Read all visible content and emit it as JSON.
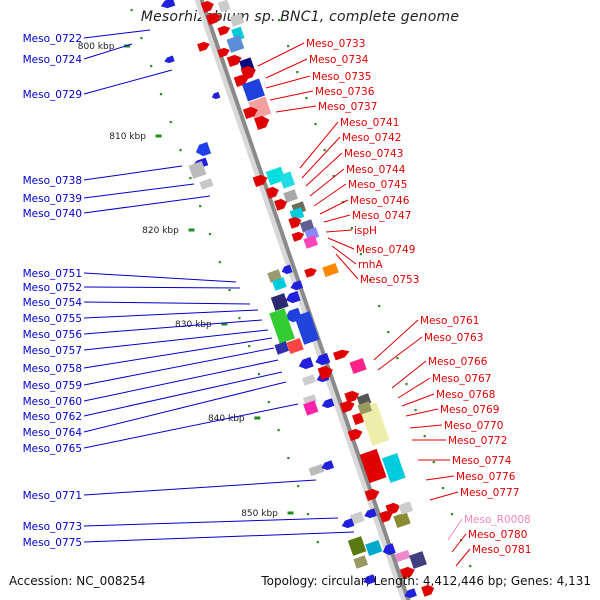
{
  "title": "Mesorhizobium sp. BNC1, complete genome",
  "accession_text": "Accession: NC_008254",
  "summary_text": "Topology: circular; Length: 4,412,446 bp; Genes: 4,131",
  "colors": {
    "backbone": "#8a8a8a",
    "forward_label": "#0000cc",
    "reverse_label": "#e00000",
    "rna_label": "#ee88bb",
    "tick": "#228b22"
  },
  "scale_ticks": [
    "800 kbp",
    "810 kbp",
    "820 kbp",
    "830 kbp",
    "840 kbp",
    "850 kbp"
  ],
  "left_labels": [
    "Meso_0722",
    "Meso_0724",
    "Meso_0729",
    "Meso_0738",
    "Meso_0739",
    "Meso_0740",
    "Meso_0751",
    "Meso_0752",
    "Meso_0754",
    "Meso_0755",
    "Meso_0756",
    "Meso_0757",
    "Meso_0758",
    "Meso_0759",
    "Meso_0760",
    "Meso_0762",
    "Meso_0764",
    "Meso_0765",
    "Meso_0771",
    "Meso_0773",
    "Meso_0775"
  ],
  "right_labels": [
    "Meso_0733",
    "Meso_0734",
    "Meso_0735",
    "Meso_0736",
    "Meso_0737",
    "Meso_0741",
    "Meso_0742",
    "Meso_0743",
    "Meso_0744",
    "Meso_0745",
    "Meso_0746",
    "Meso_0747",
    "ispH",
    "Meso_0749",
    "rnhA",
    "Meso_0753",
    "Meso_0761",
    "Meso_0763",
    "Meso_0766",
    "Meso_0767",
    "Meso_0768",
    "Meso_0769",
    "Meso_0770",
    "Meso_0772",
    "Meso_0774",
    "Meso_0776",
    "Meso_0777",
    "Meso_R0008",
    "Meso_0780",
    "Meso_0781"
  ],
  "rna_label_names": [
    "Meso_R0008"
  ]
}
